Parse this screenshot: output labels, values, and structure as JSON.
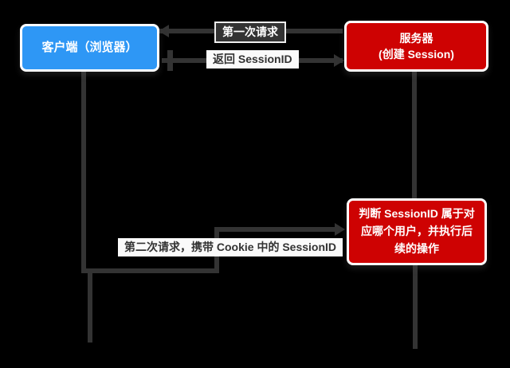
{
  "diagram": {
    "title_hint": "Session / Cookie 认证流程图",
    "nodes": {
      "client": {
        "label": "客户端（浏览器）"
      },
      "server": {
        "label": "服务器\n(创建 Session)"
      },
      "process": {
        "label": "判断 SessionID 属于对\n应哪个用户，并执行后\n续的操作"
      }
    },
    "edge_labels": {
      "first_request": "第一次请求",
      "return_sessionid": "返回 SessionID",
      "second_request": "第二次请求，携带 Cookie 中的 SessionID"
    },
    "colors": {
      "bg": "#000000",
      "client_blue": "#2E97F5",
      "node_red": "#CE0202",
      "edge": "#333333",
      "chip": "#FAFAFA"
    }
  }
}
